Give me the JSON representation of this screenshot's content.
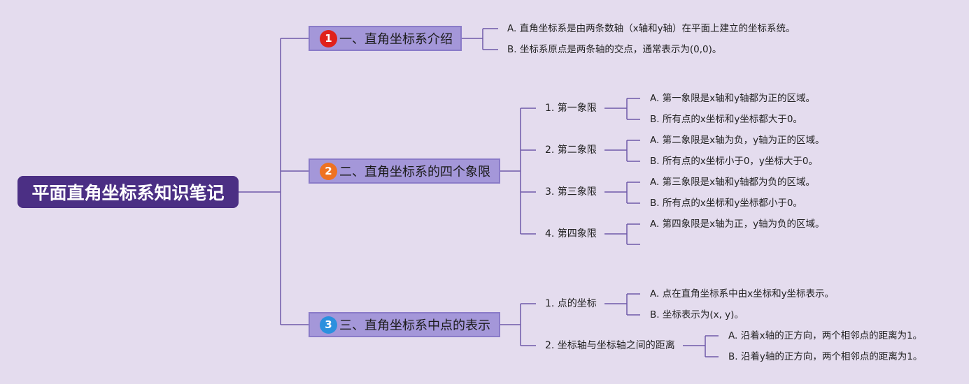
{
  "title": "平面直角坐标系知识笔记",
  "branches": [
    {
      "badge": "1",
      "label": "一、直角坐标系介绍",
      "leaves": [
        "A. 直角坐标系是由两条数轴（x轴和y轴）在平面上建立的坐标系统。",
        "B. 坐标系原点是两条轴的交点，通常表示为(0,0)。"
      ]
    },
    {
      "badge": "2",
      "label": "二、直角坐标系的四个象限",
      "subtopics": [
        {
          "label": "1. 第一象限",
          "leaves": [
            "A. 第一象限是x轴和y轴都为正的区域。",
            "B. 所有点的x坐标和y坐标都大于0。"
          ]
        },
        {
          "label": "2. 第二象限",
          "leaves": [
            "A. 第二象限是x轴为负，y轴为正的区域。",
            "B. 所有点的x坐标小于0，y坐标大于0。"
          ]
        },
        {
          "label": "3. 第三象限",
          "leaves": [
            "A. 第三象限是x轴和y轴都为负的区域。",
            "B. 所有点的x坐标和y坐标都小于0。"
          ]
        },
        {
          "label": "4. 第四象限",
          "leaves": [
            "A. 第四象限是x轴为正，y轴为负的区域。",
            ""
          ]
        }
      ]
    },
    {
      "badge": "3",
      "label": "三、直角坐标系中点的表示",
      "subtopics": [
        {
          "label": "1. 点的坐标",
          "leaves": [
            "A. 点在直角坐标系中由x坐标和y坐标表示。",
            "B. 坐标表示为(x, y)。"
          ]
        },
        {
          "label": "2. 坐标轴与坐标轴之间的距离",
          "leaves": [
            "A. 沿着x轴的正方向，两个相邻点的距离为1。",
            "B. 沿着y轴的正方向，两个相邻点的距离为1。"
          ]
        }
      ]
    }
  ],
  "colors": {
    "background": "#e4dcee",
    "root": "#4b2f84",
    "branch": "#a497d9",
    "line": "#5a4596",
    "badge_1": "#e0211b",
    "badge_2": "#ee7222",
    "badge_3": "#2b90de"
  }
}
